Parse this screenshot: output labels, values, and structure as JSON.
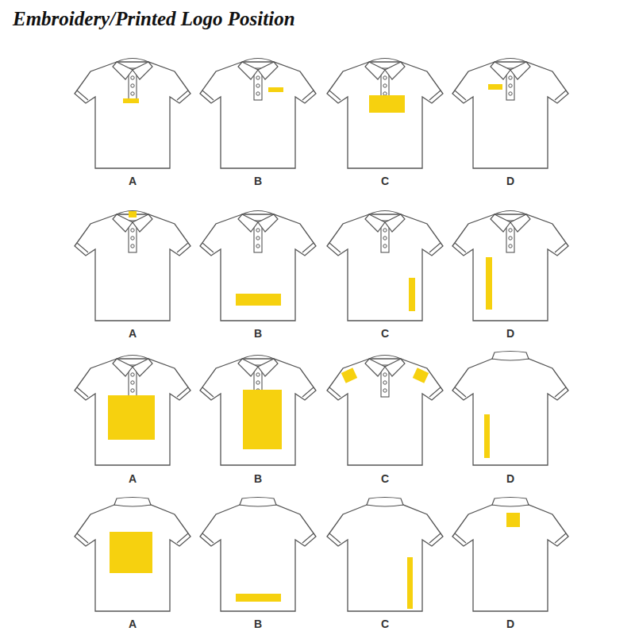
{
  "diagram": {
    "title": "Embroidery/Printed Logo Position",
    "labels": [
      "A",
      "B",
      "C",
      "D",
      "A",
      "B",
      "C",
      "D",
      "A",
      "B",
      "C",
      "D",
      "A",
      "B",
      "C",
      "D"
    ]
  }
}
